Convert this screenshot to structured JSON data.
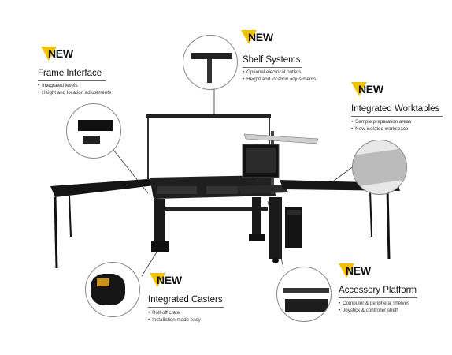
{
  "badge_label": "NEW",
  "colors": {
    "badge": "#f2c200",
    "desk": "#1a1a1a",
    "frame": "#2a2a2a"
  },
  "callouts": {
    "frame_interface": {
      "title": "Frame Interface",
      "bullets": [
        "Integrated levels",
        "Height and location adjustments"
      ]
    },
    "shelf_systems": {
      "title": "Shelf Systems",
      "bullets": [
        "Optional electrical outlets",
        "Height and location adjustments"
      ]
    },
    "integrated_worktables": {
      "title": "Integrated Worktables",
      "bullets": [
        "Sample preparation areas",
        "Now-isolated workspace"
      ]
    },
    "integrated_casters": {
      "title": "Integrated Casters",
      "bullets": [
        "Roll-off crate",
        "Installation made easy"
      ]
    },
    "accessory_platform": {
      "title": "Accessory Platform",
      "bullets": [
        "Computer & peripheral shelves",
        "Joystick & controller shelf"
      ]
    }
  }
}
